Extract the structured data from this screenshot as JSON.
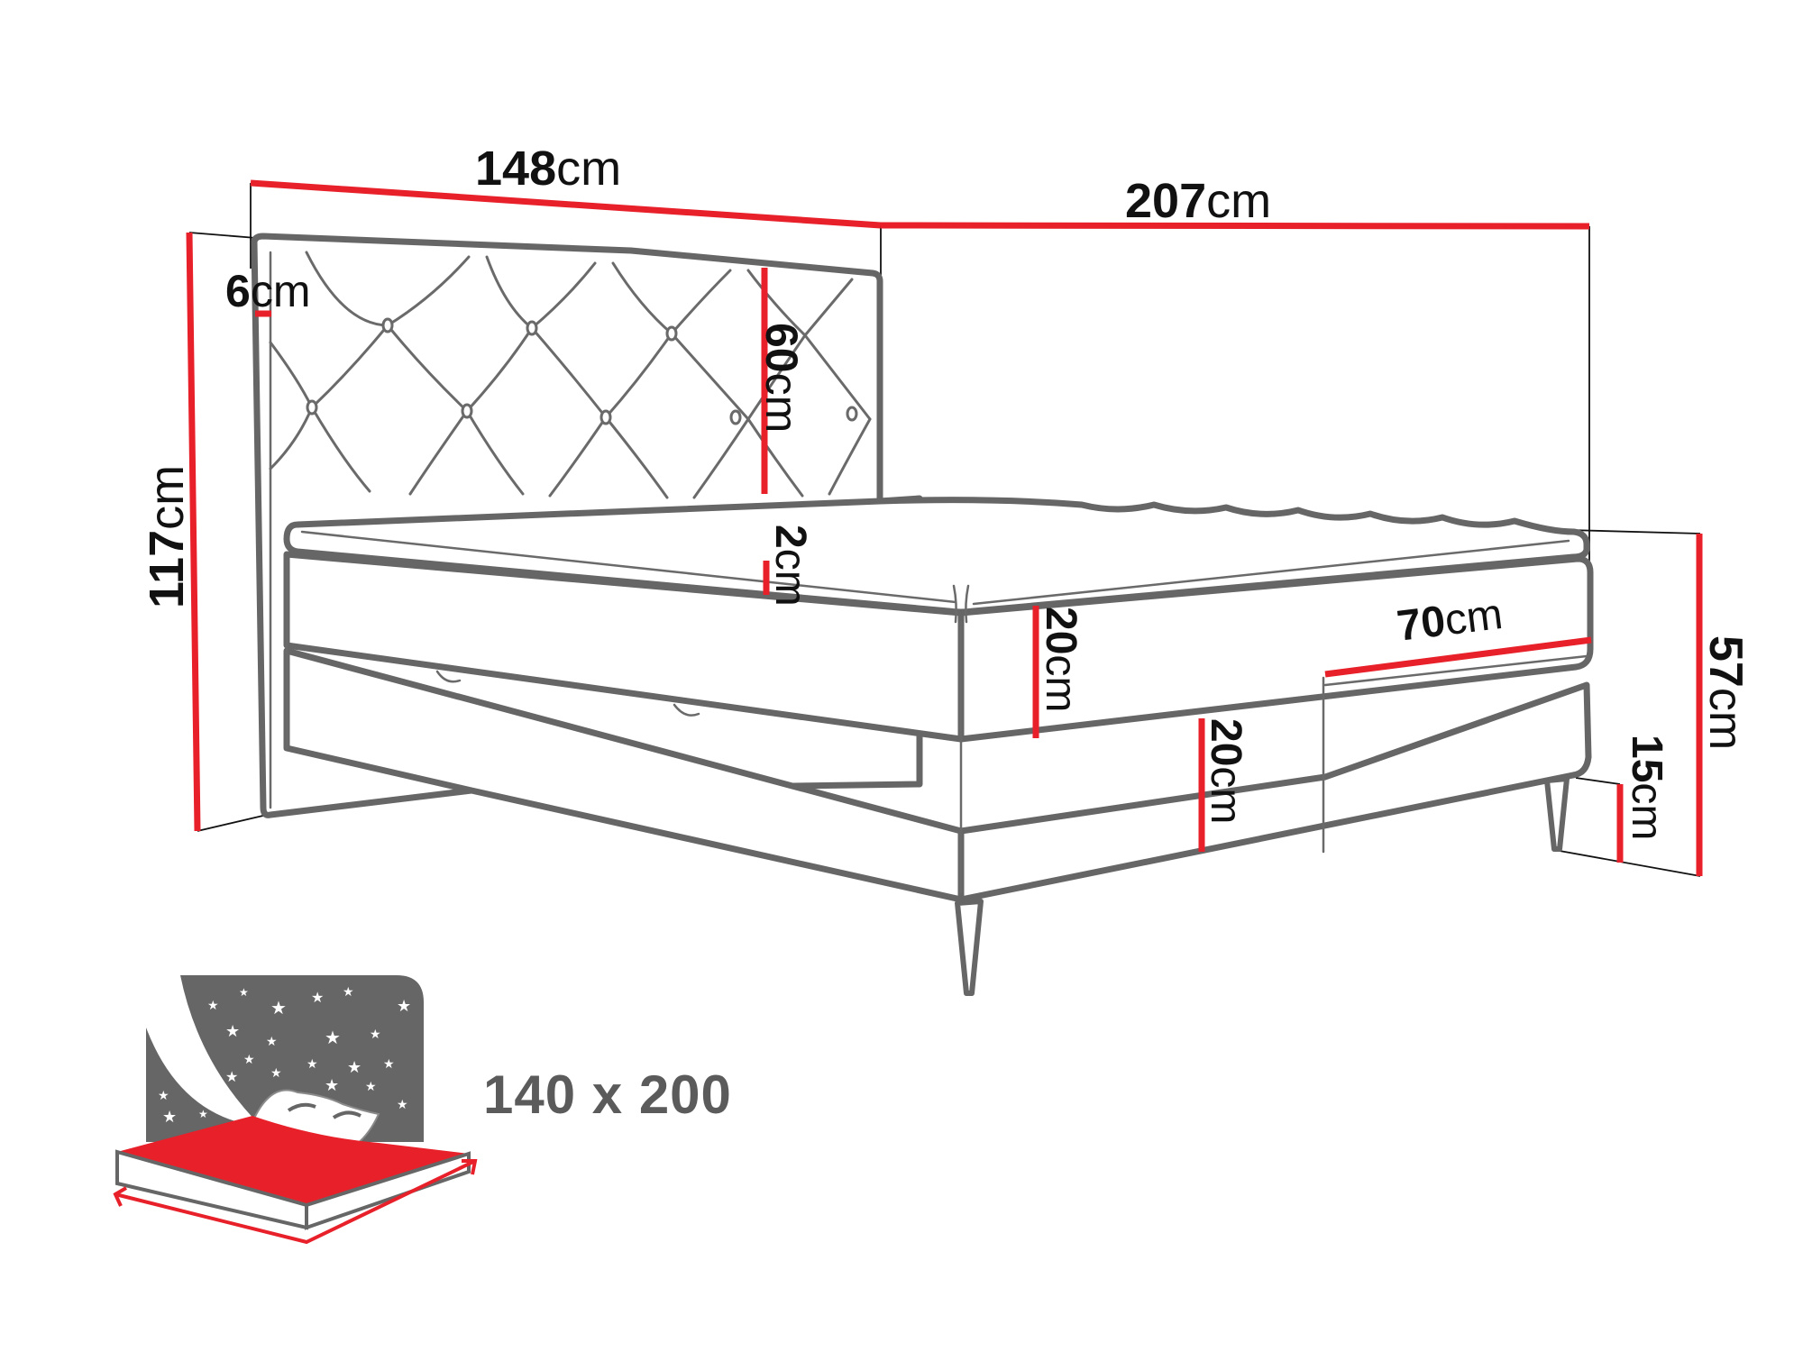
{
  "diagram": {
    "subject": "Boxspring bed dimension drawing",
    "colors": {
      "dimension_line": "#e8202a",
      "outline": "#666666",
      "text": "#111111",
      "icon_gray": "#666666",
      "icon_red": "#e8202a"
    }
  },
  "dimensions": {
    "width": {
      "value": "148",
      "unit": "cm"
    },
    "length": {
      "value": "207",
      "unit": "cm"
    },
    "total_height": {
      "value": "117",
      "unit": "cm"
    },
    "headboard_depth": {
      "value": "6",
      "unit": "cm"
    },
    "headboard_height": {
      "value": "60",
      "unit": "cm"
    },
    "topper": {
      "value": "2",
      "unit": "cm"
    },
    "mattress": {
      "value": "20",
      "unit": "cm"
    },
    "box": {
      "value": "20",
      "unit": "cm"
    },
    "storage_depth": {
      "value": "70",
      "unit": "cm"
    },
    "sleeping_height": {
      "value": "57",
      "unit": "cm"
    },
    "leg_height": {
      "value": "15",
      "unit": "cm"
    }
  },
  "mattress_size": {
    "label": "140 x 200"
  }
}
